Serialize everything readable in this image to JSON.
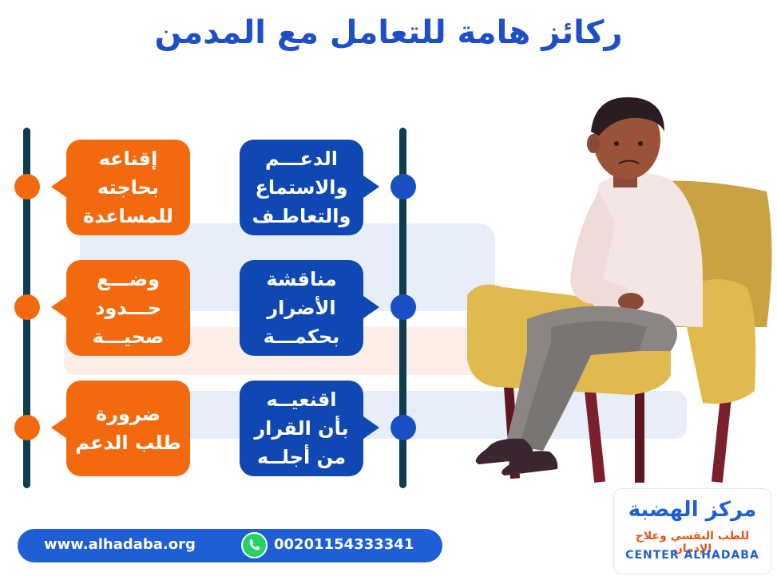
{
  "title": "ركائز هامة للتعامل مع المدمن",
  "colors": {
    "title": "#1e4fc8",
    "orange": "#f26a0d",
    "blue": "#0f47b3",
    "rail": "#0d3d4f",
    "footer": "#1e5fd6"
  },
  "left_column": [
    {
      "text": "إقناعه\nبحاجته\nللمساعدة"
    },
    {
      "text": "وضـــع\nحـــدود\nصحيـــة"
    },
    {
      "text": "ضرورة\nطلب الدعم"
    }
  ],
  "right_column": [
    {
      "text": "الدعـــم\nوالاستماع\nوالتعاطـف"
    },
    {
      "text": "مناقشة\nالأضرار\nبحكمـــة"
    },
    {
      "text": "اقنعيــه\nبأن القرار\nمن أجلــه"
    }
  ],
  "footer": {
    "website": "www.alhadaba.org",
    "phone": "00201154333341",
    "phone_icon": "whatsapp-icon"
  },
  "logo": {
    "name": "مركز الهضبة",
    "subtitle": "للطب النفسي وعلاج الإدمان",
    "english": "CENTER ALHADABA"
  }
}
